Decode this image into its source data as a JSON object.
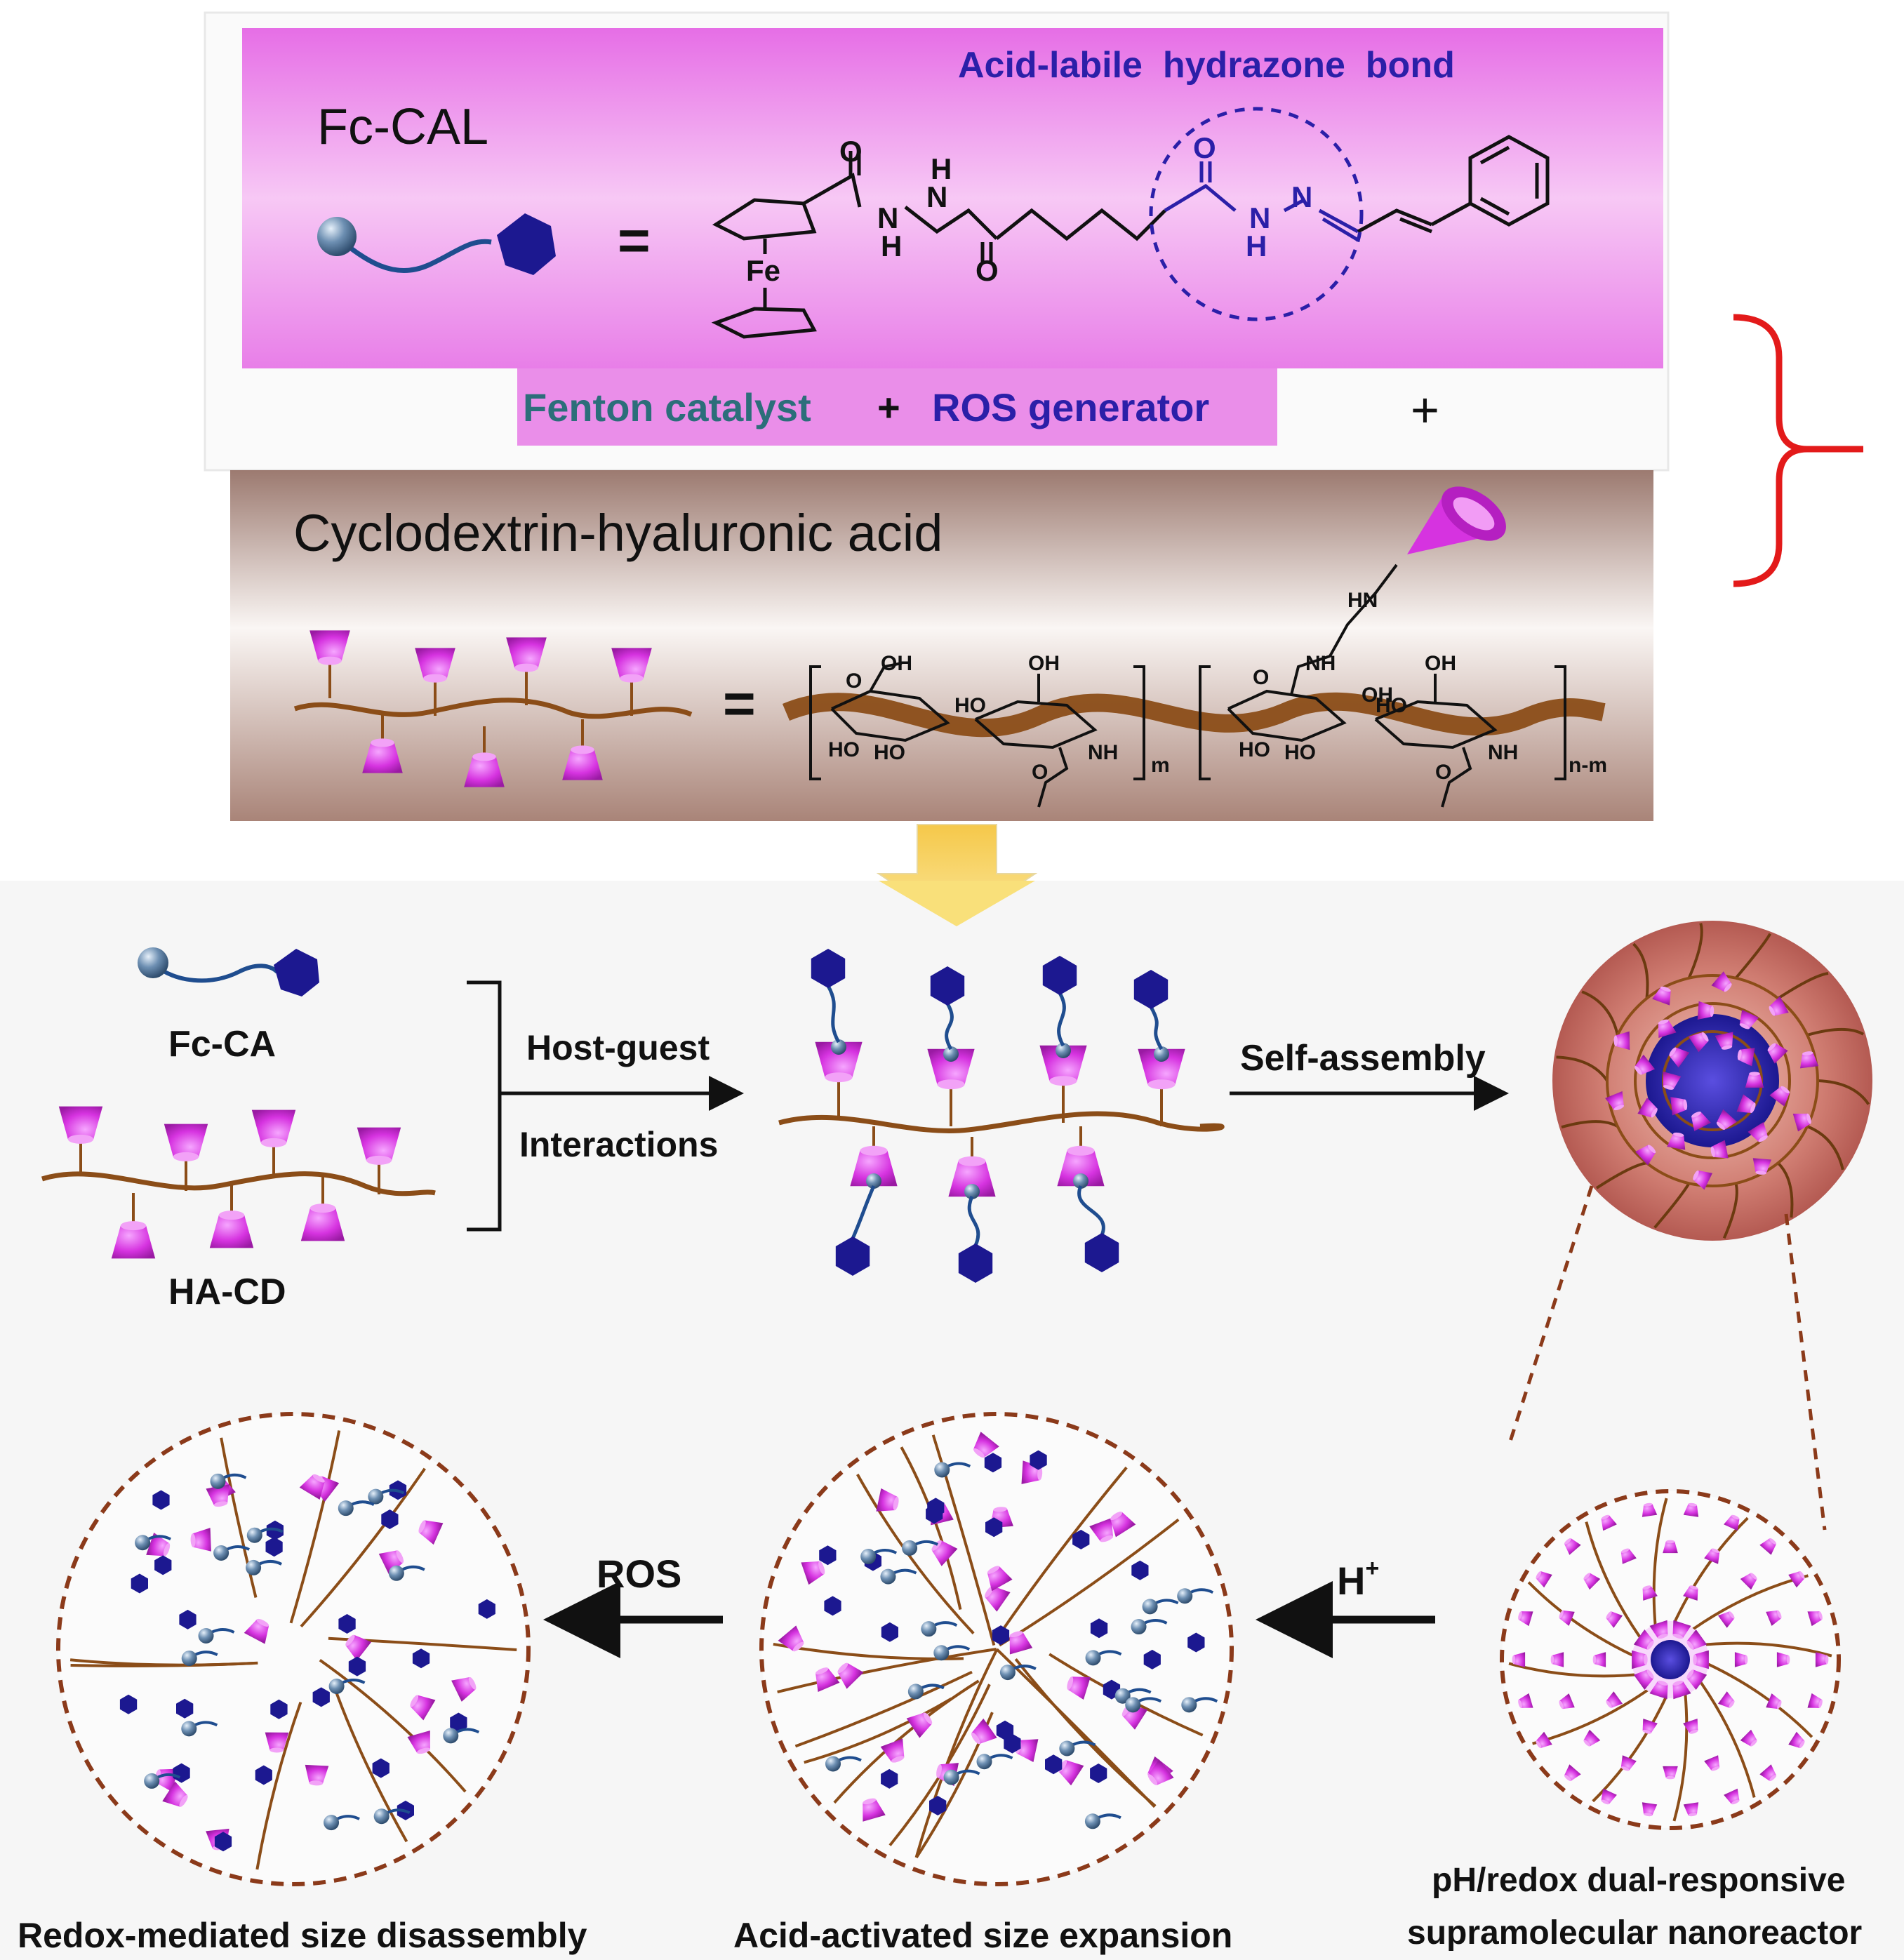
{
  "top_panel": {
    "title": "Fc-CAL",
    "annotation": "Acid-labile  hydrazone  bond",
    "equals": "=",
    "atoms": {
      "O1": "O",
      "H1": "H",
      "N1": "N",
      "N2": "N",
      "H2": "H",
      "O2": "O",
      "Fe": "Fe",
      "O3": "O",
      "N3": "N",
      "N4": "N",
      "H3": "H"
    },
    "role_left": "Fenton catalyst",
    "role_plus": "+",
    "role_right": "ROS generator",
    "combine_plus": "+"
  },
  "middle_panel": {
    "title": "Cyclodextrin-hyaluronic acid",
    "equals": "=",
    "atoms": {
      "OH1": "OH",
      "O1": "O",
      "OH2": "OH",
      "HO1": "HO",
      "HO2": "HO",
      "HO3": "HO",
      "NH1": "NH",
      "O2": "O",
      "m": "m",
      "HN": "HN",
      "NH2": "NH",
      "O3": "O",
      "OH3": "OH",
      "OH4": "OH",
      "HO4": "HO",
      "HO5": "HO",
      "HO6": "HO",
      "NH3": "NH",
      "O4": "O",
      "nm": "n-m"
    }
  },
  "scheme": {
    "fc_label": "Fc-CA",
    "hacd_label": "HA-CD",
    "step1_top": "Host-guest",
    "step1_bottom": "Interactions",
    "step2": "Self-assembly",
    "step3": "H",
    "step3_sup": "+",
    "step4": "ROS",
    "state_disassembly": "Redox-mediated size disassembly",
    "state_expansion": "Acid-activated size expansion",
    "state_nanoreactor_line1": "pH/redox dual-responsive",
    "state_nanoreactor_line2": "supramolecular nanoreactor"
  },
  "colors": {
    "pink_panel": "#ee82ee",
    "brown_panel": "#b8968c",
    "cyclodextrin": "#d633e0",
    "fc_hexagon": "#1c1890",
    "fc_ball": "#6d8fb2",
    "chain": "#8b4d18",
    "bracket": "#e31a1a",
    "arrow_yellow": "#f7d648",
    "label_blue": "#2b1fa8",
    "label_teal": "#2c6e7a"
  }
}
